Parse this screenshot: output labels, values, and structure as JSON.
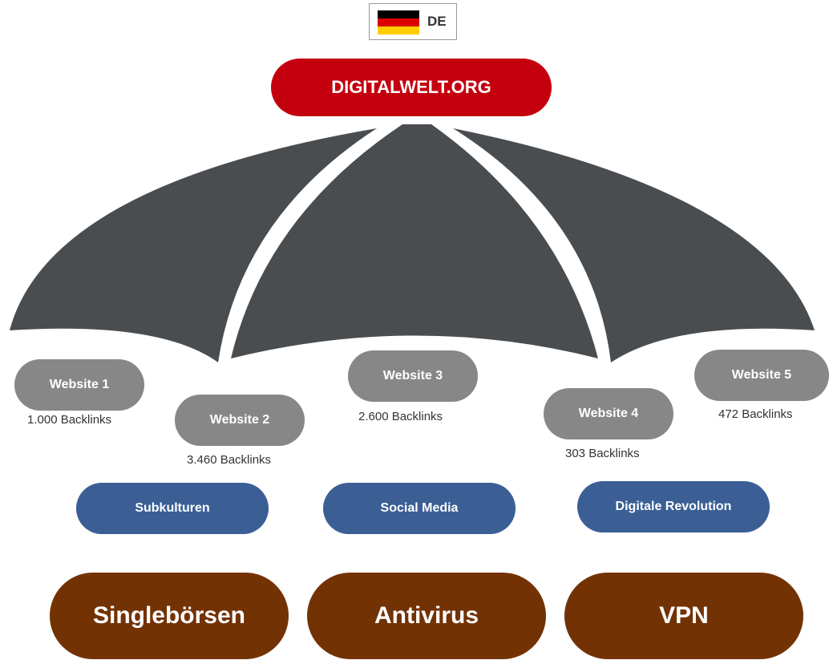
{
  "language": {
    "code": "DE",
    "flag_icon": "germany-flag-icon",
    "flag_colors": [
      "#000000",
      "#dd0000",
      "#ffce00"
    ]
  },
  "main_site": "DIGITALWELT.ORG",
  "colors": {
    "main": "#c4000f",
    "umbrella": "#4a4d50",
    "website": "#878787",
    "category": "#3b5f95",
    "topic": "#733204"
  },
  "websites": [
    {
      "name": "Website 1",
      "backlinks": "1.000 Backlinks"
    },
    {
      "name": "Website 2",
      "backlinks": "3.460 Backlinks"
    },
    {
      "name": "Website 3",
      "backlinks": "2.600 Backlinks"
    },
    {
      "name": "Website 4",
      "backlinks": "303 Backlinks"
    },
    {
      "name": "Website 5",
      "backlinks": "472 Backlinks"
    }
  ],
  "categories": [
    "Subkulturen",
    "Social Media",
    "Digitale Revolution"
  ],
  "topics": [
    "Singlebörsen",
    "Antivirus",
    "VPN"
  ]
}
